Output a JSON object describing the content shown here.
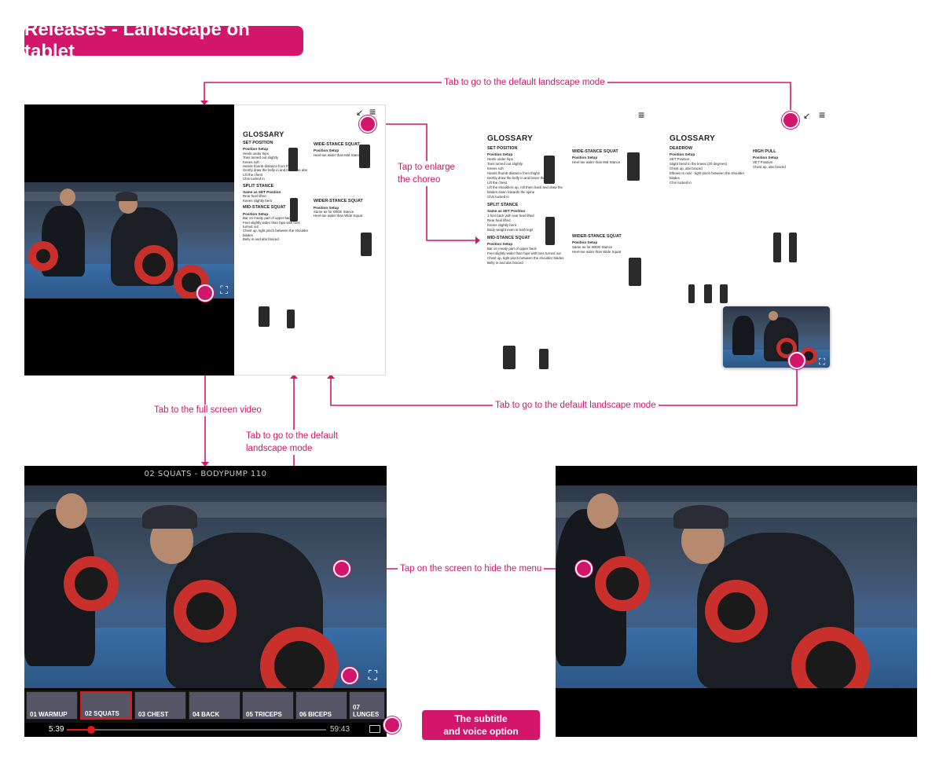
{
  "title": "Releases - Landscape on tablet",
  "annotations": {
    "top_arrow": "Tab to go to the default landscape mode",
    "enlarge": "Tap to enlarge\nthe choreo",
    "bottom_arrow": "Tab to go to the default landscape mode",
    "full_screen": "Tab to the full screen video",
    "default_mode_2": "Tab to go to the default\nlandscape mode",
    "hide_menu": "Tap on the screen to hide the menu",
    "subtitle_button": "The subtitle\nand voice option"
  },
  "doc_page": {
    "heading": "GLOSSARY",
    "sections": [
      {
        "title": "SET POSITION",
        "sub": "Position Setup",
        "lines": [
          "Heels under hips",
          "Toes turned out slightly",
          "Knees soft",
          "Hands thumb-distance from thighs",
          "Gently draw the belly in and brace the abs",
          "Lift the chest",
          "Lift the shoulders up, roll them back and draw the blades down towards the spine",
          "Chin tucked in"
        ]
      },
      {
        "title": "SPLIT STANCE",
        "sub": "Same as SET Position",
        "lines": [
          "1 foot back with rear heel lifted",
          "Rear heel lifted",
          "Knees slightly bent",
          "Body weight even in both legs"
        ]
      },
      {
        "title": "MID-STANCE SQUAT",
        "sub": "Position Setup",
        "lines": [
          "Bar on meaty part of upper back",
          "Feet slightly wider than hips with toes turned out",
          "Chest up, tight pinch between the shoulder blades",
          "Belly in and abs braced"
        ]
      },
      {
        "title": "WIDE-STANCE SQUAT",
        "sub": "Position Setup",
        "lines": [
          "Heel-toe wider than Mid Stance"
        ]
      },
      {
        "title": "WIDER-STANCE SQUAT",
        "sub": "Position Setup",
        "lines": [
          "Same as for WIDE Stance",
          "Heel-toe wider than Wide Squat"
        ]
      },
      {
        "title": "DEADROW",
        "sub": "Position Setup",
        "lines": [
          "SET Position",
          "Slight bend in the knees (20 degrees)",
          "Chest up, abs braced",
          "Elbows to rear - tight pinch between the shoulder blades",
          "Chin tucked in"
        ]
      },
      {
        "title": "HIGH PULL",
        "sub": "Position Setup",
        "lines": [
          "SET Position",
          "Chest up, abs braced"
        ]
      }
    ]
  },
  "video": {
    "player_title": "02 SQUATS - BODYPUMP 110",
    "time_elapsed": "5:39",
    "time_total": "59:43",
    "progress": 0.095,
    "chapters": [
      "01 WARMUP",
      "02 SQUATS",
      "03 CHEST",
      "04 BACK",
      "05 TRICEPS",
      "06 BICEPS",
      "07 LUNGES"
    ],
    "active_chapter": 1
  },
  "colors": {
    "accent": "#d3166b",
    "progress": "#e01a1a"
  },
  "icons": {
    "menu": "hamburger-icon",
    "expand": "expand-icon",
    "collapse": "collapse-icon",
    "subtitle": "subtitle-icon"
  }
}
